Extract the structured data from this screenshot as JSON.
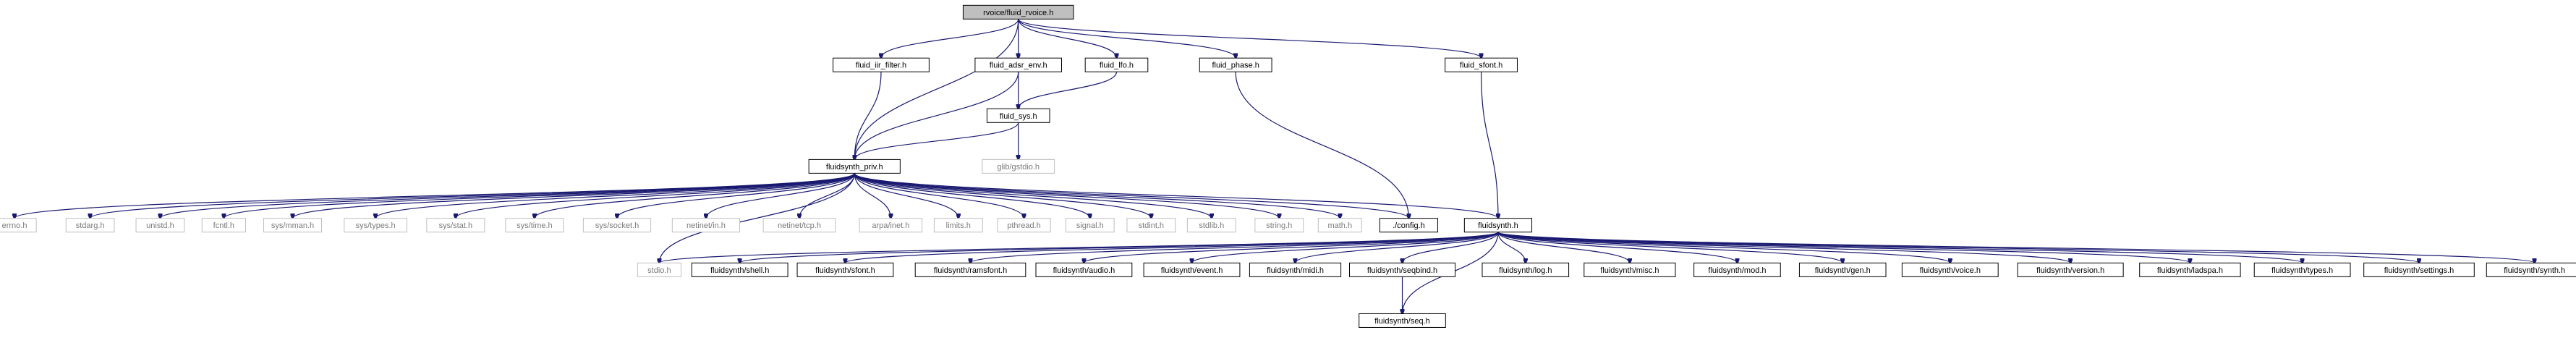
{
  "graph": {
    "nodes": [
      {
        "id": "root",
        "label": "rvoice/fluid_rvoice.h",
        "kind": "root"
      },
      {
        "id": "iir",
        "label": "fluid_iir_filter.h",
        "kind": "header"
      },
      {
        "id": "adsr",
        "label": "fluid_adsr_env.h",
        "kind": "header"
      },
      {
        "id": "lfo",
        "label": "fluid_lfo.h",
        "kind": "header"
      },
      {
        "id": "phase",
        "label": "fluid_phase.h",
        "kind": "header"
      },
      {
        "id": "sfont",
        "label": "fluid_sfont.h",
        "kind": "header"
      },
      {
        "id": "sys",
        "label": "fluid_sys.h",
        "kind": "header"
      },
      {
        "id": "glib",
        "label": "glib/gstdio.h",
        "kind": "system"
      },
      {
        "id": "priv",
        "label": "fluidsynth_priv.h",
        "kind": "header"
      },
      {
        "id": "errno",
        "label": "errno.h",
        "kind": "system"
      },
      {
        "id": "stdarg",
        "label": "stdarg.h",
        "kind": "system"
      },
      {
        "id": "unistd",
        "label": "unistd.h",
        "kind": "system"
      },
      {
        "id": "fcntl",
        "label": "fcntl.h",
        "kind": "system"
      },
      {
        "id": "mman",
        "label": "sys/mman.h",
        "kind": "system"
      },
      {
        "id": "types",
        "label": "sys/types.h",
        "kind": "system"
      },
      {
        "id": "stat",
        "label": "sys/stat.h",
        "kind": "system"
      },
      {
        "id": "time",
        "label": "sys/time.h",
        "kind": "system"
      },
      {
        "id": "socket",
        "label": "sys/socket.h",
        "kind": "system"
      },
      {
        "id": "netin",
        "label": "netinet/in.h",
        "kind": "system"
      },
      {
        "id": "nettcp",
        "label": "netinet/tcp.h",
        "kind": "system"
      },
      {
        "id": "arpa",
        "label": "arpa/inet.h",
        "kind": "system"
      },
      {
        "id": "limits",
        "label": "limits.h",
        "kind": "system"
      },
      {
        "id": "pthread",
        "label": "pthread.h",
        "kind": "system"
      },
      {
        "id": "signal",
        "label": "signal.h",
        "kind": "system"
      },
      {
        "id": "stdint",
        "label": "stdint.h",
        "kind": "system"
      },
      {
        "id": "stdlib",
        "label": "stdlib.h",
        "kind": "system"
      },
      {
        "id": "string",
        "label": "string.h",
        "kind": "system"
      },
      {
        "id": "math",
        "label": "math.h",
        "kind": "system"
      },
      {
        "id": "config",
        "label": "./config.h",
        "kind": "header"
      },
      {
        "id": "fs",
        "label": "fluidsynth.h",
        "kind": "header"
      },
      {
        "id": "stdio",
        "label": "stdio.h",
        "kind": "system"
      },
      {
        "id": "shell",
        "label": "fluidsynth/shell.h",
        "kind": "header"
      },
      {
        "id": "fsfont",
        "label": "fluidsynth/sfont.h",
        "kind": "header"
      },
      {
        "id": "ramsfont",
        "label": "fluidsynth/ramsfont.h",
        "kind": "header"
      },
      {
        "id": "audio",
        "label": "fluidsynth/audio.h",
        "kind": "header"
      },
      {
        "id": "event",
        "label": "fluidsynth/event.h",
        "kind": "header"
      },
      {
        "id": "midi",
        "label": "fluidsynth/midi.h",
        "kind": "header"
      },
      {
        "id": "seqbind",
        "label": "fluidsynth/seqbind.h",
        "kind": "header"
      },
      {
        "id": "log",
        "label": "fluidsynth/log.h",
        "kind": "header"
      },
      {
        "id": "misc",
        "label": "fluidsynth/misc.h",
        "kind": "header"
      },
      {
        "id": "mod",
        "label": "fluidsynth/mod.h",
        "kind": "header"
      },
      {
        "id": "gen",
        "label": "fluidsynth/gen.h",
        "kind": "header"
      },
      {
        "id": "voice",
        "label": "fluidsynth/voice.h",
        "kind": "header"
      },
      {
        "id": "version",
        "label": "fluidsynth/version.h",
        "kind": "header"
      },
      {
        "id": "ladspa",
        "label": "fluidsynth/ladspa.h",
        "kind": "header"
      },
      {
        "id": "ftypes",
        "label": "fluidsynth/types.h",
        "kind": "header"
      },
      {
        "id": "settings",
        "label": "fluidsynth/settings.h",
        "kind": "header"
      },
      {
        "id": "synth",
        "label": "fluidsynth/synth.h",
        "kind": "header"
      },
      {
        "id": "seq",
        "label": "fluidsynth/seq.h",
        "kind": "header"
      }
    ],
    "edges": [
      [
        "root",
        "iir"
      ],
      [
        "root",
        "adsr"
      ],
      [
        "root",
        "lfo"
      ],
      [
        "root",
        "phase"
      ],
      [
        "root",
        "sfont"
      ],
      [
        "root",
        "priv"
      ],
      [
        "iir",
        "priv"
      ],
      [
        "adsr",
        "priv"
      ],
      [
        "adsr",
        "sys"
      ],
      [
        "lfo",
        "sys"
      ],
      [
        "sys",
        "priv"
      ],
      [
        "sys",
        "glib"
      ],
      [
        "phase",
        "config"
      ],
      [
        "sfont",
        "fs"
      ],
      [
        "priv",
        "errno"
      ],
      [
        "priv",
        "stdarg"
      ],
      [
        "priv",
        "unistd"
      ],
      [
        "priv",
        "fcntl"
      ],
      [
        "priv",
        "mman"
      ],
      [
        "priv",
        "types"
      ],
      [
        "priv",
        "stat"
      ],
      [
        "priv",
        "time"
      ],
      [
        "priv",
        "socket"
      ],
      [
        "priv",
        "netin"
      ],
      [
        "priv",
        "nettcp"
      ],
      [
        "priv",
        "arpa"
      ],
      [
        "priv",
        "limits"
      ],
      [
        "priv",
        "pthread"
      ],
      [
        "priv",
        "signal"
      ],
      [
        "priv",
        "stdint"
      ],
      [
        "priv",
        "stdlib"
      ],
      [
        "priv",
        "string"
      ],
      [
        "priv",
        "math"
      ],
      [
        "priv",
        "config"
      ],
      [
        "priv",
        "fs"
      ],
      [
        "priv",
        "stdio"
      ],
      [
        "fs",
        "stdio"
      ],
      [
        "fs",
        "shell"
      ],
      [
        "fs",
        "fsfont"
      ],
      [
        "fs",
        "ramsfont"
      ],
      [
        "fs",
        "audio"
      ],
      [
        "fs",
        "event"
      ],
      [
        "fs",
        "midi"
      ],
      [
        "fs",
        "seqbind"
      ],
      [
        "fs",
        "seq"
      ],
      [
        "fs",
        "log"
      ],
      [
        "fs",
        "misc"
      ],
      [
        "fs",
        "mod"
      ],
      [
        "fs",
        "gen"
      ],
      [
        "fs",
        "voice"
      ],
      [
        "fs",
        "version"
      ],
      [
        "fs",
        "ladspa"
      ],
      [
        "fs",
        "ftypes"
      ],
      [
        "fs",
        "settings"
      ],
      [
        "fs",
        "synth"
      ],
      [
        "seqbind",
        "seq"
      ]
    ]
  }
}
